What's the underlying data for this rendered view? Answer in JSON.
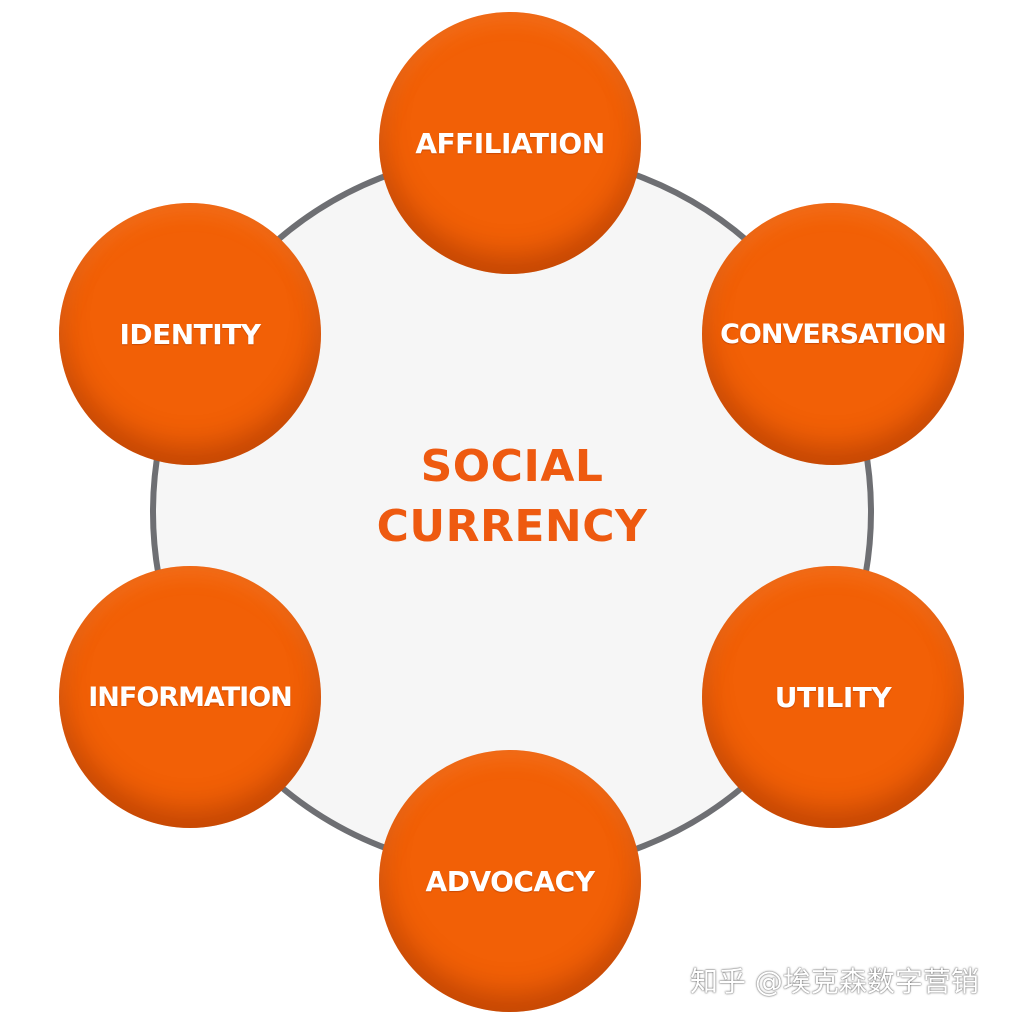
{
  "center": {
    "line1": "SOCIAL",
    "line2": "CURRENCY"
  },
  "nodes": {
    "affiliation": "AFFILIATION",
    "conversation": "CONVERSATION",
    "utility": "UTILITY",
    "advocacy": "ADVOCACY",
    "information": "INFORMATION",
    "identity": "IDENTITY"
  },
  "watermark": "知乎 @埃克森数字营销",
  "colors": {
    "node_fill": "#f26006",
    "center_text": "#ee5a10",
    "hub_fill": "#f6f6f6",
    "hub_ring": "#6e6f73",
    "node_text": "#ffffff"
  }
}
